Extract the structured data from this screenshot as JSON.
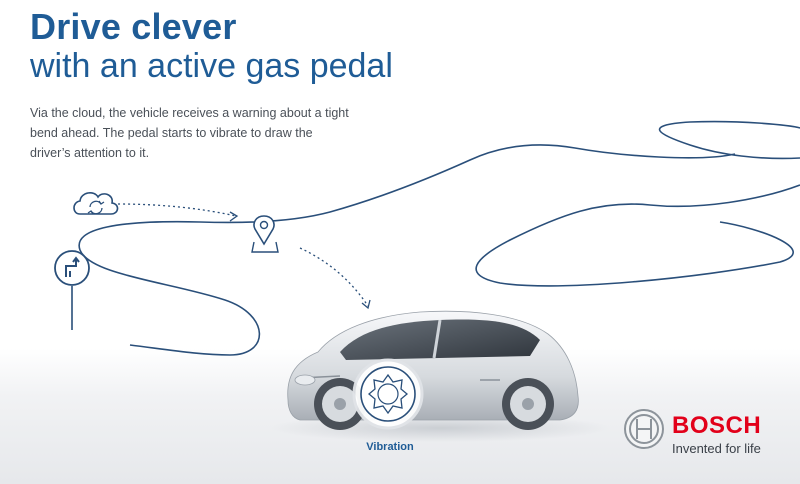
{
  "header": {
    "title_line1": "Drive clever",
    "title_line2": "with an active gas pedal",
    "intro": "Via the cloud, the vehicle receives a warning about a tight bend ahead. The pedal starts to vibrate to draw the driver’s attention to it."
  },
  "labels": {
    "vibration": "Vibration"
  },
  "icons": {
    "cloud": "cloud-sync-icon",
    "location": "location-pin-icon",
    "road_sign": "road-curve-sign-icon",
    "vibration": "vibration-icon",
    "logo": "bosch-logo-icon"
  },
  "brand": {
    "name": "BOSCH",
    "tagline": "Invented for life"
  },
  "colors": {
    "primary_blue": "#1f5c96",
    "road_line": "#2a4f7a",
    "brand_red": "#e2001a",
    "text_gray": "#4a5058"
  }
}
